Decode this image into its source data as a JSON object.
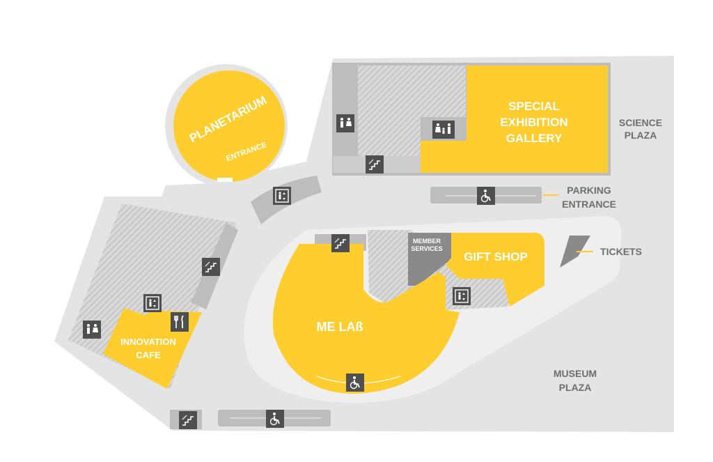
{
  "map": {
    "labels": {
      "planetarium": "PLANETARIUM",
      "planetarium_entrance": "ENTRANCE",
      "special_exhibition_1": "SPECIAL",
      "special_exhibition_2": "EXHIBITION",
      "special_exhibition_3": "GALLERY",
      "science_plaza_1": "SCIENCE",
      "science_plaza_2": "PLAZA",
      "parking_entrance_1": "PARKING",
      "parking_entrance_2": "ENTRANCE",
      "member_services_1": "MEMBER",
      "member_services_2": "SERVICES",
      "gift_shop": "GIFT SHOP",
      "tickets": "TICKETS",
      "me_lab": "ME LAß",
      "innovation_cafe_1": "INNOVATION",
      "innovation_cafe_2": "CAFE",
      "museum_plaza_1": "MUSEUM",
      "museum_plaza_2": "PLAZA"
    },
    "colors": {
      "yellow": "#ffcd2e",
      "ground": "#e4e4e4",
      "building_grey": "#bdbdbd",
      "hatch_base": "#d9d9d9",
      "icon_bg": "#4f4f4f",
      "callout_line": "#ffcd2e"
    },
    "icons": [
      "restroom-icon",
      "family-restroom-icon",
      "stairs-icon",
      "elevator-icon",
      "wheelchair-icon",
      "restaurant-icon"
    ]
  }
}
